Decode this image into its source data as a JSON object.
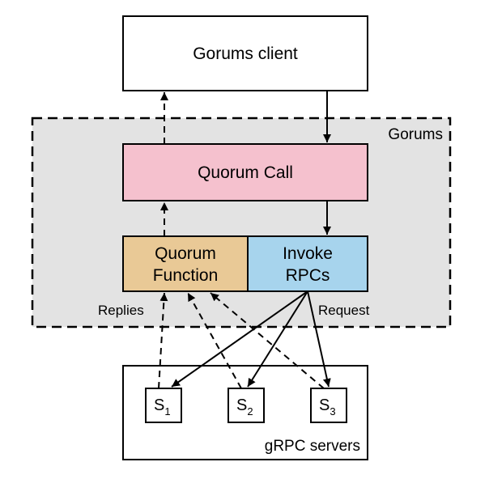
{
  "client": {
    "label": "Gorums client"
  },
  "gorums": {
    "label": "Gorums"
  },
  "quorum_call": {
    "label": "Quorum Call"
  },
  "quorum_function": {
    "line1": "Quorum",
    "line2": "Function"
  },
  "invoke_rpcs": {
    "line1": "Invoke",
    "line2": "RPCs"
  },
  "edges": {
    "replies": "Replies",
    "request": "Request"
  },
  "servers": {
    "label": "gRPC servers",
    "items": [
      {
        "name": "S",
        "sub": "1"
      },
      {
        "name": "S",
        "sub": "2"
      },
      {
        "name": "S",
        "sub": "3"
      }
    ]
  },
  "colors": {
    "gorums_region": "#e3e3e3",
    "quorum_call": "#f5c1ce",
    "quorum_function": "#e9c996",
    "invoke_rpcs": "#a7d4ed"
  }
}
